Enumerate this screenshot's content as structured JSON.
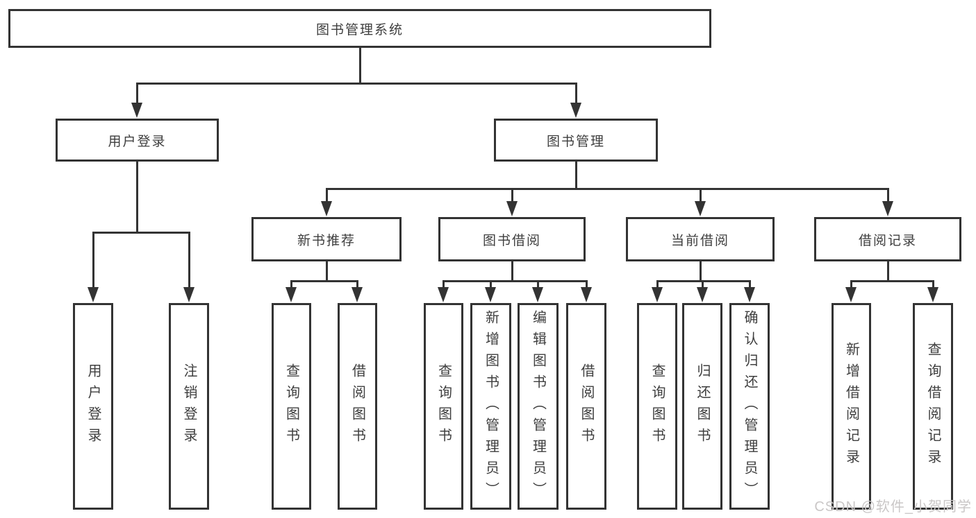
{
  "diagram_title": "图书管理系统",
  "nodes": {
    "root": {
      "label": "图书管理系统"
    },
    "user_login": {
      "label": "用户登录"
    },
    "book_mgmt": {
      "label": "图书管理"
    },
    "new_book_rec": {
      "label": "新书推荐"
    },
    "book_borrow": {
      "label": "图书借阅"
    },
    "current_borrow": {
      "label": "当前借阅"
    },
    "borrow_record": {
      "label": "借阅记录"
    },
    "leaf_user_login": {
      "label": "用户登录"
    },
    "leaf_logout_login": {
      "label": "注销登录"
    },
    "leaf_rec_query_book": {
      "label": "查询图书"
    },
    "leaf_rec_borrow_book": {
      "label": "借阅图书"
    },
    "leaf_bor_query_book": {
      "label": "查询图书"
    },
    "leaf_bor_add_book": {
      "label": "新增图书（管理员）"
    },
    "leaf_bor_edit_book": {
      "label": "编辑图书（管理员）"
    },
    "leaf_bor_borrow_book": {
      "label": "借阅图书"
    },
    "leaf_cur_query_book": {
      "label": "查询图书"
    },
    "leaf_cur_return_book": {
      "label": "归还图书"
    },
    "leaf_cur_confirm_return": {
      "label": "确认归还（管理员）"
    },
    "leaf_record_add": {
      "label": "新增借阅记录"
    },
    "leaf_record_query": {
      "label": "查询借阅记录"
    }
  },
  "watermark": {
    "text": "CSDN @软件_小贺同学"
  },
  "colors": {
    "line": "#333333",
    "text": "#3e3e3e",
    "background": "#ffffff",
    "watermark": "#cac7c7"
  }
}
